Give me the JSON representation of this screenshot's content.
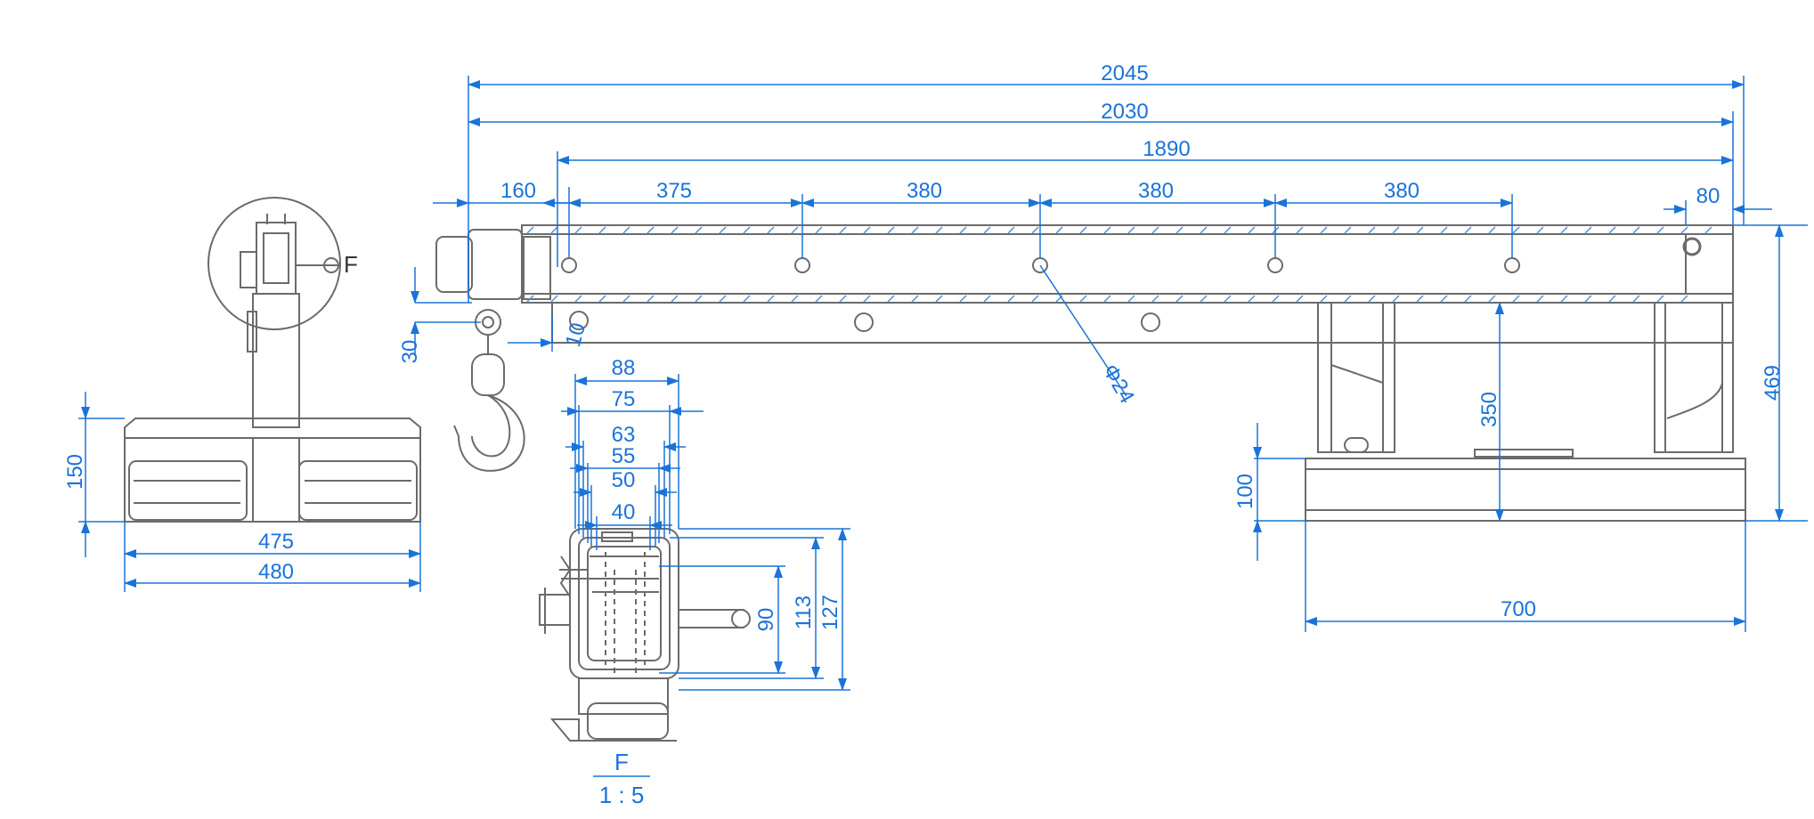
{
  "colors": {
    "dimension": "#1a73d9",
    "outline": "#6b6b6b",
    "hatch": "#4a90e2"
  },
  "main_view": {
    "overall_length_1": "2045",
    "overall_length_2": "2030",
    "hole_span_total": "1890",
    "first_offset": "160",
    "hole_pitch_1": "375",
    "hole_pitch_2": "380",
    "hole_pitch_3": "380",
    "hole_pitch_4": "380",
    "end_offset": "80",
    "hook_offset_v": "30",
    "hook_offset_h": "10",
    "hole_diameter": "Φ24",
    "post_height": "350",
    "total_height": "469",
    "base_height": "100",
    "base_length": "700"
  },
  "side_view": {
    "detail_marker": "F",
    "base_height": "150",
    "inner_width": "475",
    "outer_width": "480"
  },
  "detail_view": {
    "w88": "88",
    "w75": "75",
    "w63": "63",
    "w55": "55",
    "w50": "50",
    "w40": "40",
    "h90": "90",
    "h113": "113",
    "h127": "127",
    "title": "F",
    "scale": "1 : 5"
  }
}
